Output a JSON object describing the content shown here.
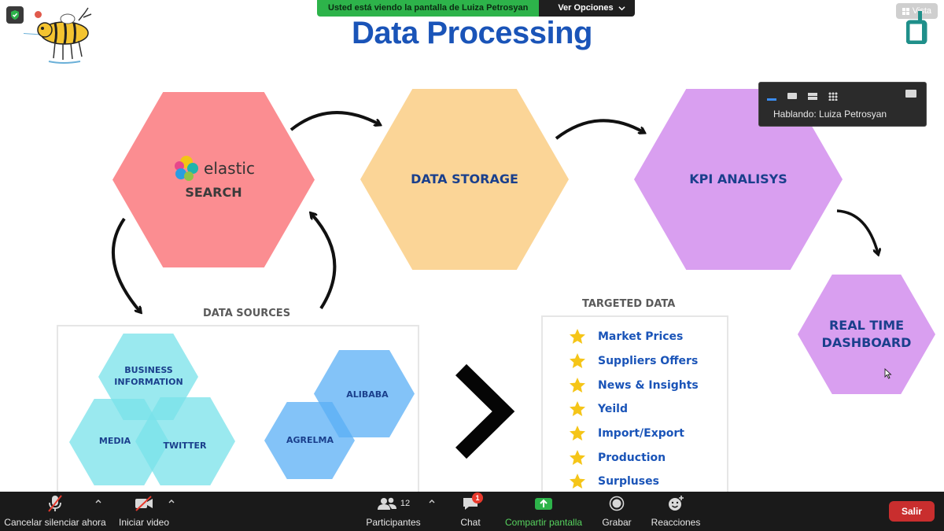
{
  "share_banner": {
    "message": "Usted está viendo la pantalla de Luiza Petrosyan",
    "options_label": "Ver Opciones"
  },
  "view_button": {
    "label": "Vista"
  },
  "slide": {
    "title": "Data Processing",
    "hexagons": {
      "elastic_logo_word": "elastic",
      "elastic_search": "SEARCH",
      "data_storage": "DATA STORAGE",
      "kpi": "KPI ANALISYS",
      "dashboard_line1": "REAL TIME",
      "dashboard_line2": "DASHBOARD"
    },
    "data_sources": {
      "title": "DATA SOURCES",
      "items": {
        "business_line1": "BUSINESS",
        "business_line2": "INFORMATION",
        "media": "MEDIA",
        "twitter": "TWITTER",
        "alibaba": "ALIBABA",
        "agrelma": "AGRELMA"
      }
    },
    "targeted_data": {
      "title": "TARGETED DATA",
      "items": [
        "Market Prices",
        "Suppliers Offers",
        "News & Insights",
        "Yeild",
        "Import/Export",
        "Production",
        "Surpluses"
      ]
    }
  },
  "speaker_panel": {
    "speaking_text": "Hablando: Luiza Petrosyan"
  },
  "toolbar": {
    "mute_label": "Cancelar silenciar ahora",
    "video_label": "Iniciar video",
    "participants_label": "Participantes",
    "participants_count": "12",
    "chat_label": "Chat",
    "chat_badge": "1",
    "share_label": "Compartir pantalla",
    "record_label": "Grabar",
    "reactions_label": "Reacciones",
    "exit_label": "Salir"
  },
  "colors": {
    "title_blue": "#1a54b8",
    "hex_pink": "#fb8d91",
    "hex_orange": "#fbd597",
    "hex_purple": "#d99ff0",
    "hex_cyan": "#8ee8ee",
    "hex_blue": "#6ab8f5",
    "star_yellow": "#f5c518",
    "share_green": "#2db34a",
    "exit_red": "#c92e2e"
  },
  "icons": [
    "shield-icon",
    "record-dot-icon",
    "grid-view-icon",
    "bee-logo",
    "brand-logo",
    "elastic-logo-icon",
    "star-icon",
    "big-chevron-right-icon",
    "mic-muted-icon",
    "video-off-icon",
    "participants-icon",
    "chat-icon",
    "share-screen-icon",
    "record-icon",
    "reactions-icon",
    "caret-up-icon",
    "mouse-cursor-icon"
  ]
}
